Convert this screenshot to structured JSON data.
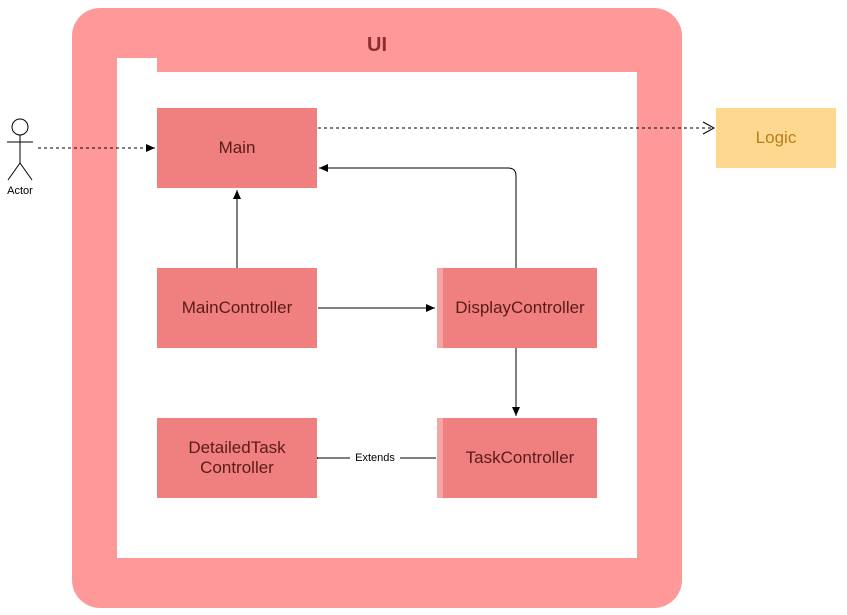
{
  "diagram": {
    "container_title": "UI",
    "actor_label": "Actor",
    "boxes": {
      "main": "Main",
      "main_controller": "MainController",
      "display_controller": "DisplayController",
      "detailed_task_line1": "DetailedTask",
      "detailed_task_line2": "Controller",
      "task_controller": "TaskController",
      "logic": "Logic"
    },
    "edge_labels": {
      "extends": "Extends"
    },
    "colors": {
      "container": "#ff9999",
      "component_box": "#f08080",
      "logic_box": "#ffd88f",
      "logic_text": "#b87d1b"
    }
  }
}
